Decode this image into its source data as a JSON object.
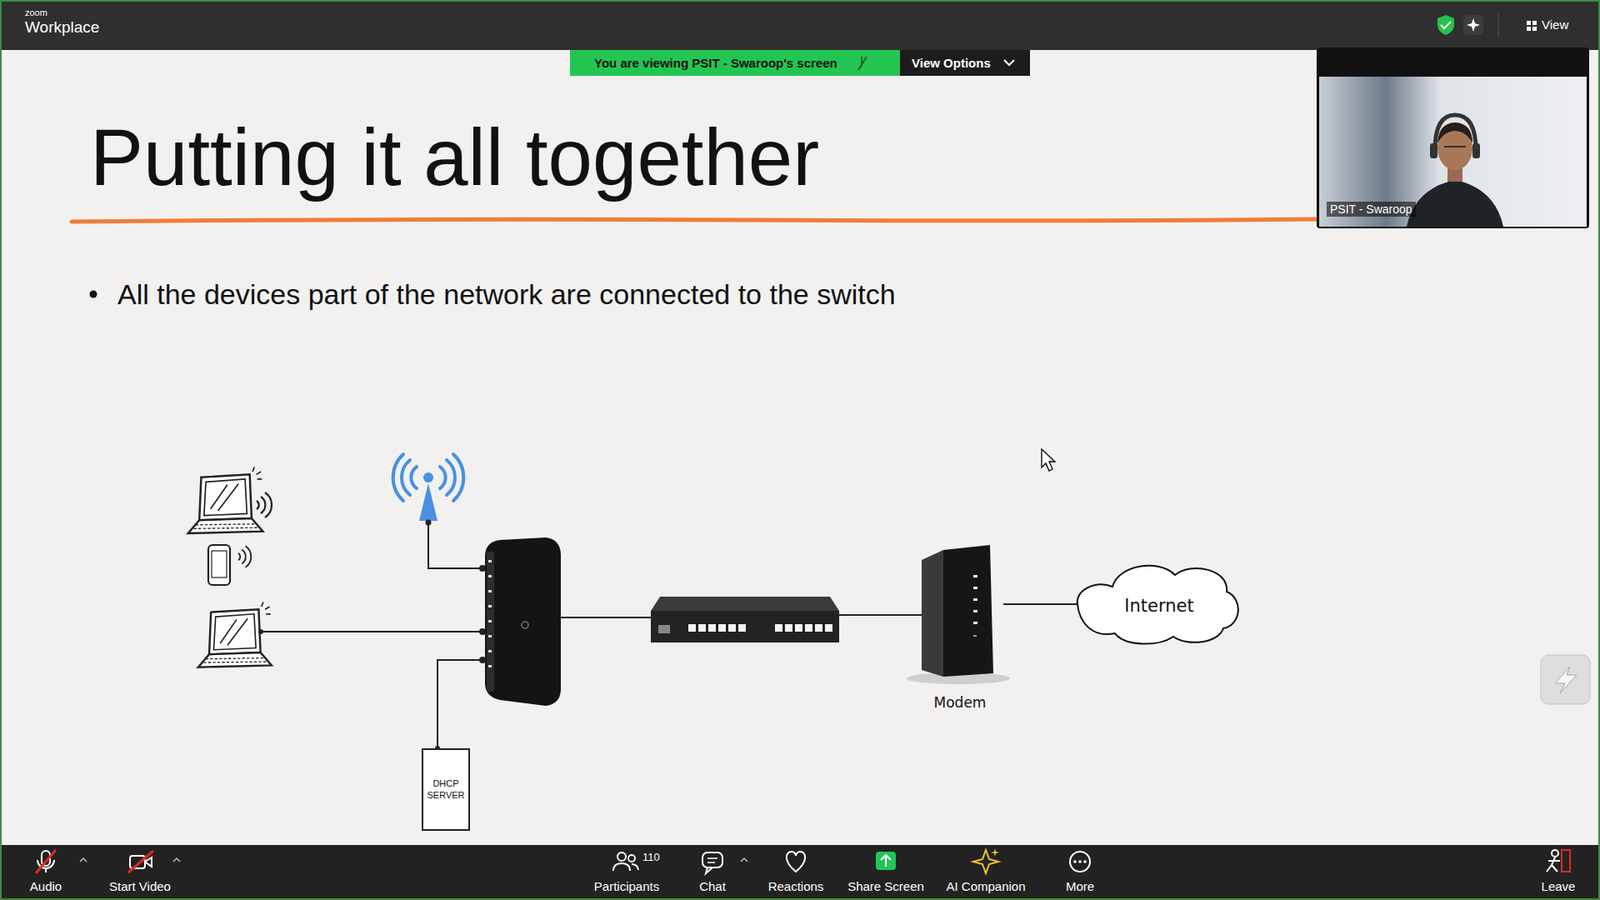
{
  "diagram": {
    "title": "Putting it all together",
    "nodes": [
      {
        "text": [
          "DHCP SERVER"
        ]
      },
      {
        "text": [
          "Modem"
        ]
      },
      {
        "text": [
          "Internet"
        ]
      }
    ],
    "edges": [
      {
        "from": 1,
        "to": 2,
        "arrow": "none"
      }
    ],
    "labels": [
      "zoom",
      "Workplace",
      "View",
      "You are viewing PSIT - Swaroop's screen",
      "View Options",
      "All the devices part of the network are connected to the switch",
      "PSIT - Swaroop",
      "110",
      "Audio",
      "Start Video",
      "Participants",
      "Chat",
      "Reactions",
      "Share Screen",
      "AI Companion",
      "More",
      "Leave"
    ]
  }
}
